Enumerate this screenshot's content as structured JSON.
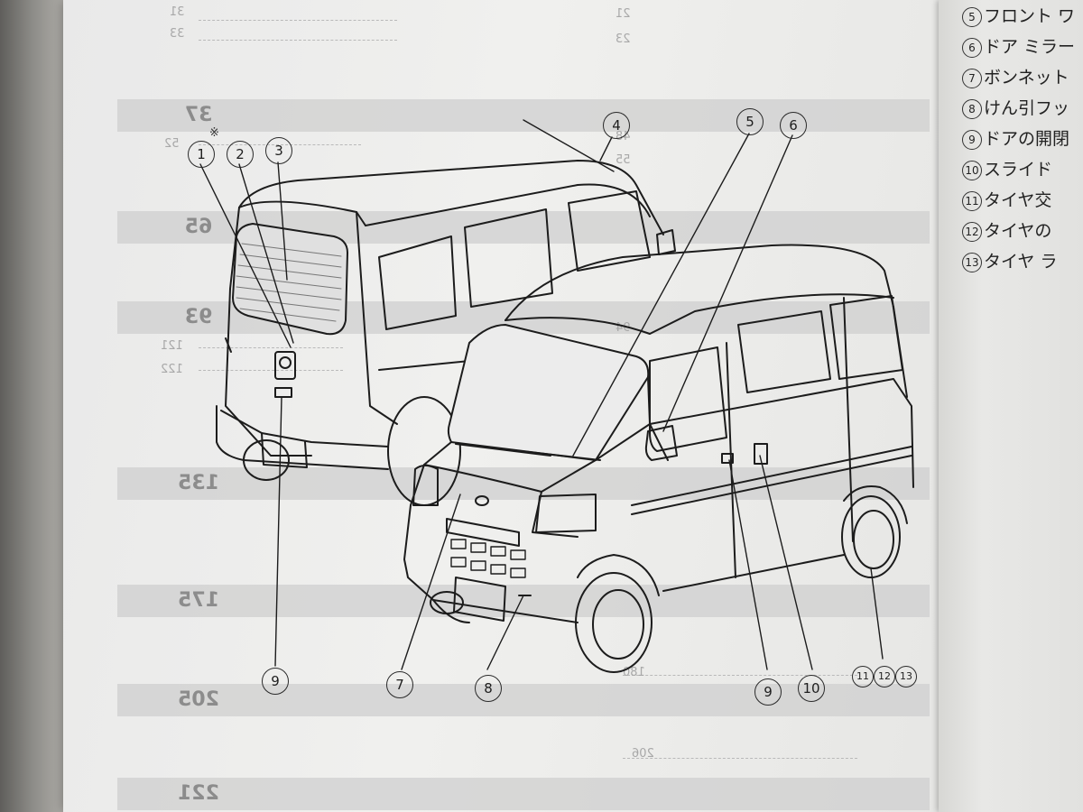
{
  "page": {
    "note_mark": "※"
  },
  "callouts": [
    {
      "id": "c1",
      "label": "1"
    },
    {
      "id": "c2",
      "label": "2"
    },
    {
      "id": "c3",
      "label": "3"
    },
    {
      "id": "c4",
      "label": "4"
    },
    {
      "id": "c5",
      "label": "5"
    },
    {
      "id": "c6",
      "label": "6"
    },
    {
      "id": "c7",
      "label": "7"
    },
    {
      "id": "c8",
      "label": "8"
    },
    {
      "id": "c9a",
      "label": "9"
    },
    {
      "id": "c9b",
      "label": "9"
    },
    {
      "id": "c10",
      "label": "10"
    },
    {
      "id": "c11",
      "label": "11"
    },
    {
      "id": "c12",
      "label": "12"
    },
    {
      "id": "c13",
      "label": "13"
    }
  ],
  "legend": [
    {
      "num": "5",
      "text": "フロント ワ"
    },
    {
      "num": "6",
      "text": "ドア ミラー"
    },
    {
      "num": "7",
      "text": "ボンネット"
    },
    {
      "num": "8",
      "text": "けん引フッ"
    },
    {
      "num": "9",
      "text": "ドアの開閉"
    },
    {
      "num": "10",
      "text": "スライド"
    },
    {
      "num": "11",
      "text": "タイヤ交"
    },
    {
      "num": "12",
      "text": "タイヤの"
    },
    {
      "num": "13",
      "text": "タイヤ ラ"
    }
  ],
  "bleed_through": {
    "band_numbers": [
      "37",
      "65",
      "93",
      "135",
      "175",
      "205",
      "221"
    ],
    "side_numbers": [
      "31",
      "33",
      "52",
      "121",
      "122",
      "180",
      "206",
      "21",
      "23",
      "48",
      "55",
      "94"
    ]
  }
}
